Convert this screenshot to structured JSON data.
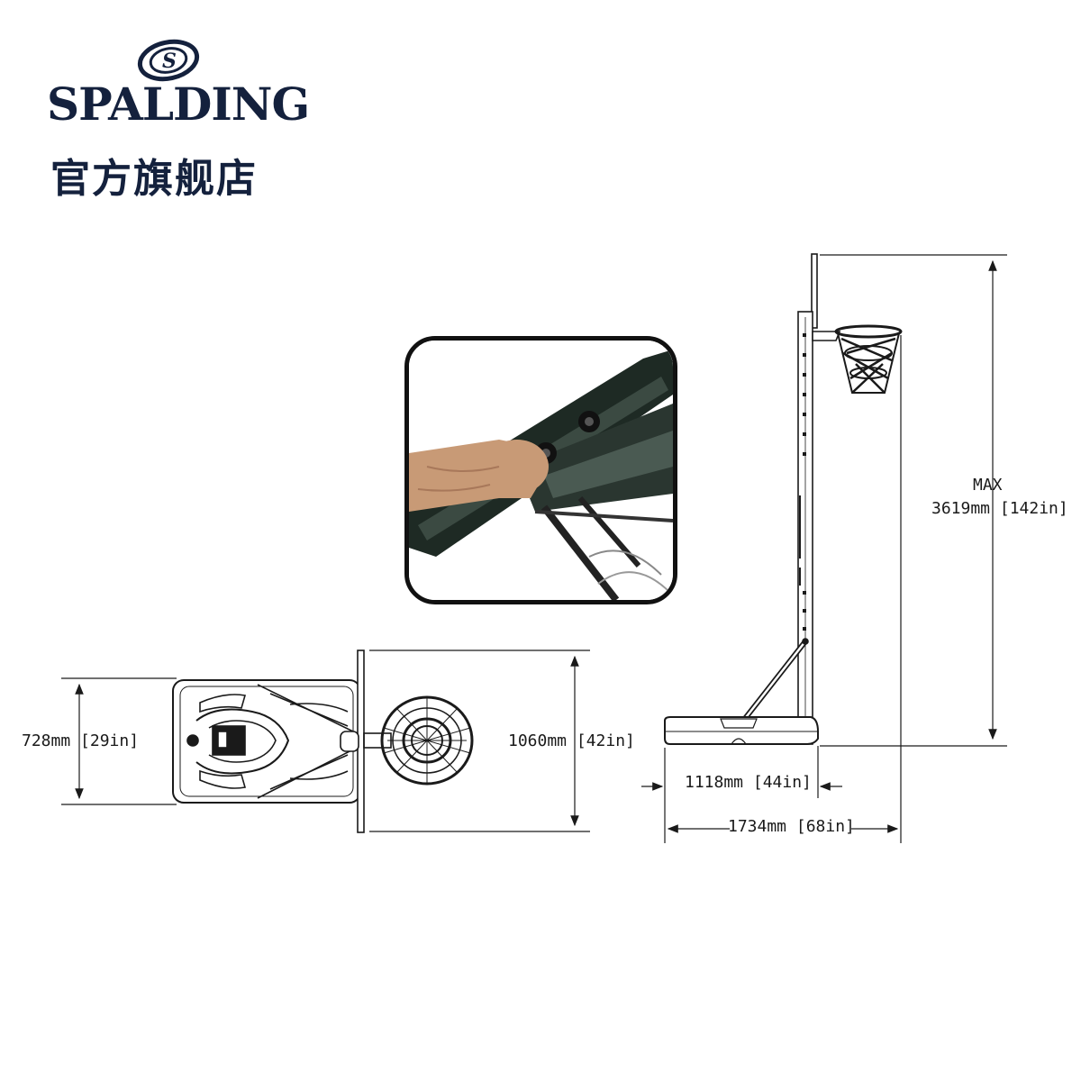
{
  "brand": {
    "name": "SPALDING",
    "subtitle": "官方旗舰店",
    "color": "#14213d"
  },
  "dimensions": {
    "top_width_label": "728mm [29in]",
    "top_depth_label": "1060mm [42in]",
    "max_height_label_1": "MAX",
    "max_height_label_2": "3619mm [142in]",
    "base_length_label": "1118mm [44in]",
    "total_length_label": "1734mm [68in]"
  },
  "colors": {
    "line": "#1a1a1a",
    "photo_border": "#111111",
    "skin": "#c89a76"
  }
}
